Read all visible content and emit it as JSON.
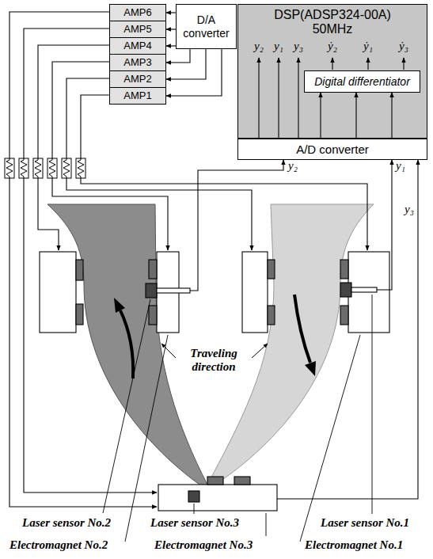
{
  "diagram": {
    "nodes": [
      {
        "text": [
          "AMP6"
        ]
      },
      {
        "text": [
          "AMP5"
        ]
      },
      {
        "text": [
          "AMP4"
        ]
      },
      {
        "text": [
          "AMP3"
        ]
      },
      {
        "text": [
          "AMP2"
        ]
      },
      {
        "text": [
          "AMP1"
        ]
      },
      {
        "text": [
          "D/A converter"
        ]
      },
      {
        "text": [
          "DSP(ADSP324-00A) 50MHz"
        ]
      },
      {
        "text": [
          "Digital differentiator"
        ],
        "in": 7
      },
      {
        "text": [
          "A/D converter"
        ]
      }
    ],
    "edges": [
      {
        "from": 6,
        "to": 0,
        "arrow": "to"
      },
      {
        "from": 6,
        "to": 1,
        "arrow": "to"
      },
      {
        "from": 6,
        "to": 2,
        "arrow": "to"
      },
      {
        "from": 6,
        "to": 3,
        "arrow": "to"
      },
      {
        "from": 6,
        "to": 4,
        "arrow": "to"
      },
      {
        "from": 6,
        "to": 5,
        "arrow": "to"
      },
      {
        "from": 9,
        "to": 8,
        "arrow": "to"
      },
      {
        "from": 9,
        "to": 8,
        "arrow": "to"
      },
      {
        "from": 9,
        "to": 8,
        "arrow": "to"
      }
    ],
    "labels": [
      "y₂",
      "y₁",
      "y₃",
      "ẏ₂",
      "ẏ₁",
      "ẏ₃",
      "y₂",
      "y₁",
      "y₃",
      "Traveling direction",
      "Laser sensor No.2",
      "Laser sensor No.3",
      "Laser sensor No.1",
      "Electromagnet No.2",
      "Electromagnet No.3",
      "Electromagnet No.1"
    ]
  }
}
